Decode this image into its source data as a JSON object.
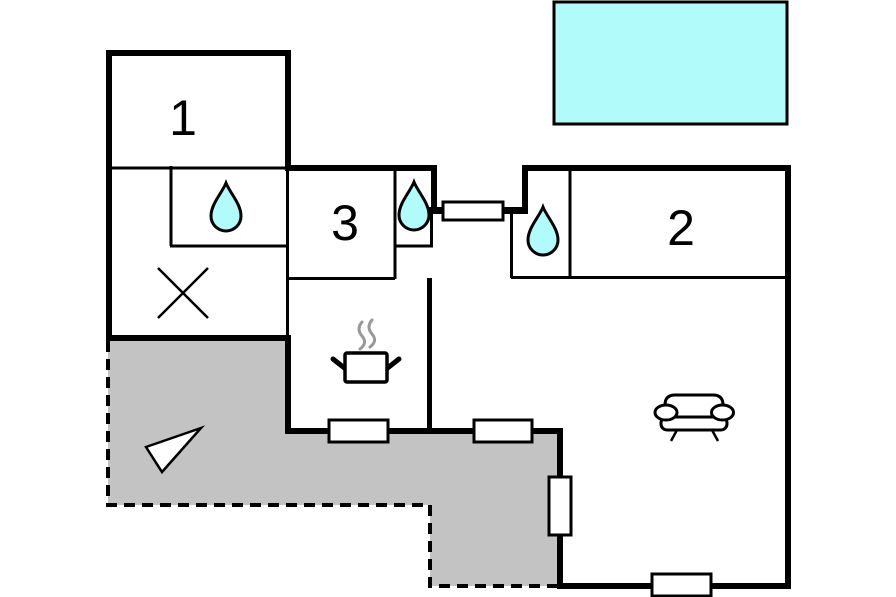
{
  "plan_type": "floor-plan",
  "colors": {
    "background": "#ffffff",
    "wall": "#000000",
    "terrace_fill": "#c3c3c3",
    "water_fill": "#b2fbfb",
    "steam": "#999999",
    "icon_fill": "#ffffff"
  },
  "rooms": [
    {
      "label": "1"
    },
    {
      "label": "2"
    },
    {
      "label": "3"
    }
  ],
  "icons": [
    "water-drop-icon",
    "stove-icon",
    "sofa-icon",
    "entrance-arrow-icon",
    "x-marker-icon",
    "pool",
    "terrace",
    "window",
    "door-passage"
  ]
}
